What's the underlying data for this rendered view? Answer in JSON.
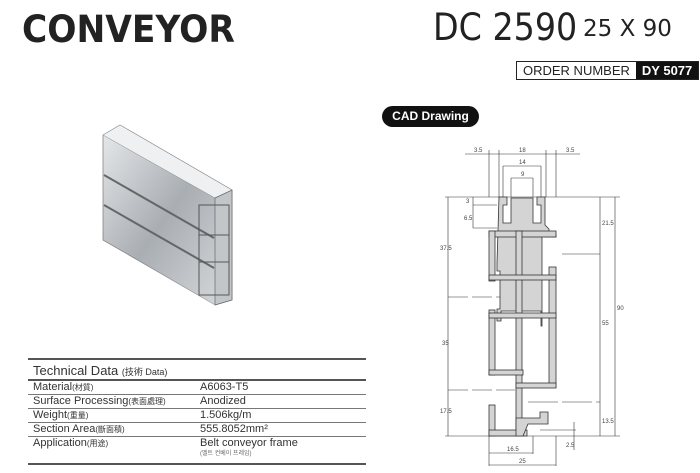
{
  "header": {
    "title": "CONVEYOR",
    "model": "DC 2590",
    "size": "25 X 90",
    "order_label": "ORDER NUMBER",
    "order_number": "DY 5077"
  },
  "cad": {
    "badge": "CAD Drawing",
    "dims": {
      "top_left": "3.5",
      "top_mid": "18",
      "top_right": "3.5",
      "slot_outer": "14",
      "slot_inner": "9",
      "left_small1": "3",
      "left_small2": "6.5",
      "left_a": "37.5",
      "left_b": "35",
      "left_c": "17.5",
      "right_a": "21.5",
      "right_b": "55",
      "right_c": "13.5",
      "right_total": "90",
      "bottom_a": "16.5",
      "bottom_total": "25",
      "bottom_small": "2.5"
    }
  },
  "technical": {
    "title": "Technical Data",
    "title_sub": "(技術 Data)",
    "rows": [
      {
        "key": "Material",
        "key_sub": "(材質)",
        "value": "A6063-T5"
      },
      {
        "key": "Surface Processing",
        "key_sub": "(表面處理)",
        "value": "Anodized"
      },
      {
        "key": "Weight",
        "key_sub": "(重量)",
        "value": "1.506kg/m"
      },
      {
        "key": "Section Area",
        "key_sub": "(斷面積)",
        "value": "555.8052mm²"
      },
      {
        "key": "Application",
        "key_sub": "(用途)",
        "value": "Belt conveyor frame",
        "value_sub": "(벨트 컨베이 프레임)"
      }
    ]
  },
  "colors": {
    "ink": "#222222",
    "profile_fill": "#d4d4d4",
    "aluminum": "#b8bcc0"
  }
}
